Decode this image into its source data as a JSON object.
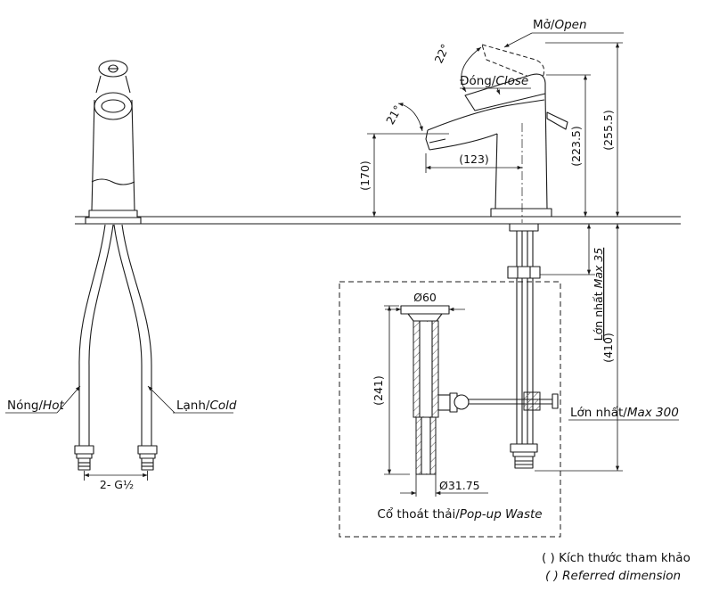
{
  "page": {
    "title": "Faucet installation dimension drawing"
  },
  "colors": {
    "line": "#1a1a1a",
    "background": "#ffffff"
  },
  "labels": {
    "open": {
      "vi": "Mở/",
      "en": "Open"
    },
    "close": {
      "vi": "Đóng/",
      "en": "Close"
    },
    "hot": {
      "vi": "Nóng/",
      "en": "Hot"
    },
    "cold": {
      "vi": "Lạnh/",
      "en": "Cold"
    },
    "popup_waste": {
      "vi": "Cổ thoát thải/",
      "en": "Pop-up Waste"
    },
    "max_counter_thickness": {
      "vi": "Lớn nhất ",
      "en": "Max 35"
    },
    "max_rod_length": {
      "vi": "Lớn nhất/",
      "en": "Max 300"
    },
    "note": {
      "vi": "( ) Kích thước tham khảo",
      "en": "( ) Referred dimension"
    }
  },
  "dimensions": {
    "angle_open": "22°",
    "angle_spout": "21°",
    "spout_outlet_height": "(170)",
    "spout_reach": "(123)",
    "overall_height_closed": "(223.5)",
    "overall_height_open": "(255.5)",
    "below_counter_length": "(410)",
    "waste_body_length": "(241)",
    "waste_flange_diameter": "Ø60",
    "waste_tail_diameter": "Ø31.75",
    "supply_connection": "2- G½"
  }
}
